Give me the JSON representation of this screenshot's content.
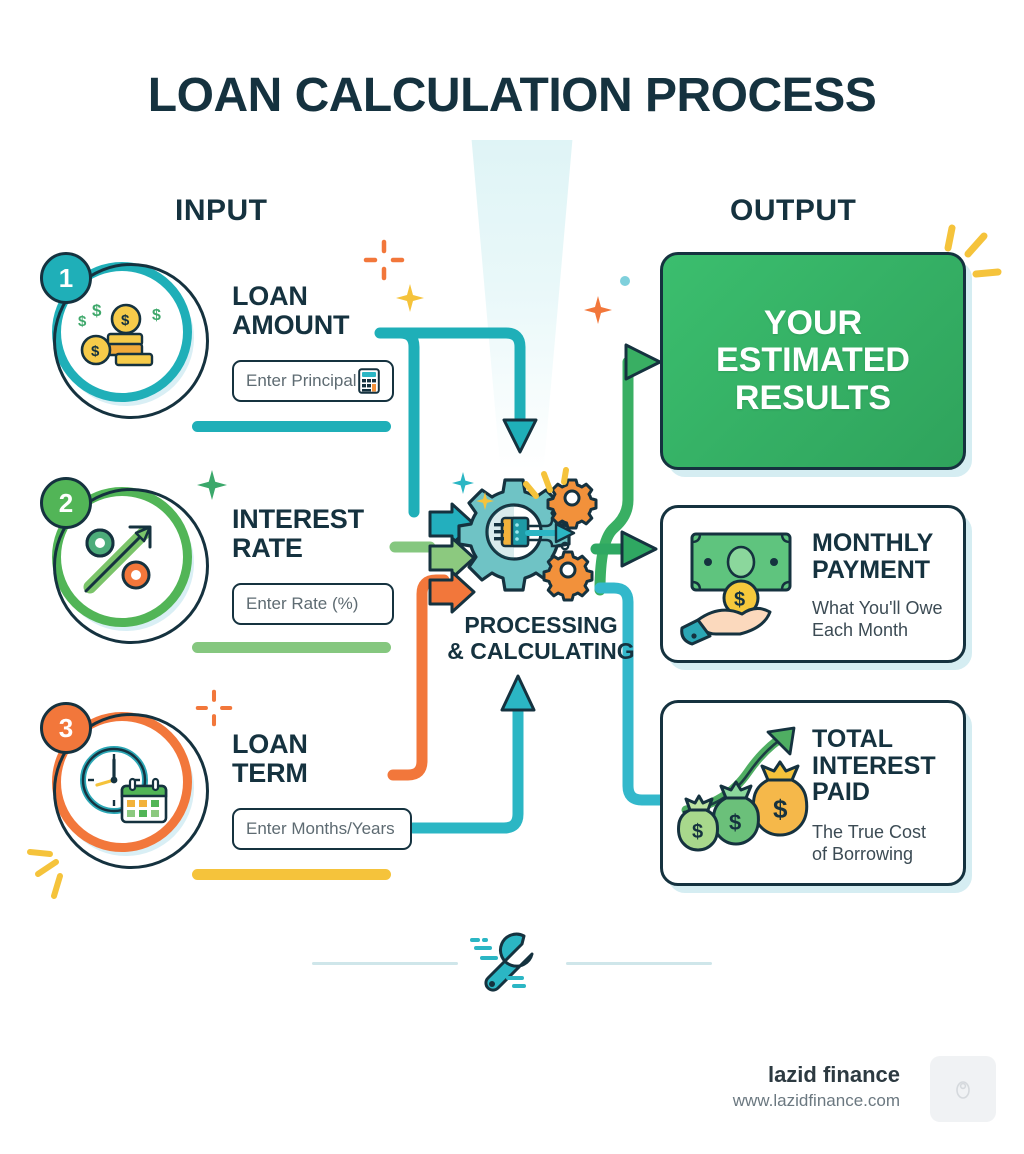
{
  "title": "LOAN CALCULATION PROCESS",
  "columns": {
    "input_label": "INPUT",
    "output_label": "OUTPUT"
  },
  "colors": {
    "teal": "#1FAFB8",
    "green": "#52B557",
    "orange": "#F2773B",
    "yellow": "#F5C33B",
    "dark": "#15323f",
    "result_green": "#31A85F"
  },
  "inputs": [
    {
      "number": "1",
      "title_line1": "LOAN",
      "title_line2": "AMOUNT",
      "placeholder": "Enter Principal",
      "icon": "coins-stack-icon",
      "accent": "#1FAFB8",
      "underline_color": "#1FAFB8"
    },
    {
      "number": "2",
      "title_line1": "INTEREST",
      "title_line2": "RATE",
      "placeholder": "Enter Rate (%)",
      "icon": "percent-arrow-icon",
      "accent": "#52B557",
      "underline_color": "#85C77F"
    },
    {
      "number": "3",
      "title_line1": "LOAN",
      "title_line2": "TERM",
      "placeholder": "Enter Months/Years",
      "icon": "clock-calendar-icon",
      "accent": "#F2773B",
      "underline_color": "#F5C33B"
    }
  ],
  "processing": {
    "line1": "PROCESSING",
    "line2": "& CALCULATING",
    "icon": "gears-chip-icon"
  },
  "outputs": {
    "result_card": {
      "line1": "YOUR",
      "line2": "ESTIMATED",
      "line3": "RESULTS"
    },
    "cards": [
      {
        "title_line1": "MONTHLY",
        "title_line2": "PAYMENT",
        "sub_line1": "What You'll Owe",
        "sub_line2": "Each Month",
        "icon": "hand-holding-cash-icon"
      },
      {
        "title_line1": "TOTAL",
        "title_line2": "INTEREST",
        "title_line3": "PAID",
        "sub_line1": "The True Cost",
        "sub_line2": "of Borrowing",
        "icon": "money-bags-growth-icon"
      }
    ]
  },
  "footer": {
    "divider_icon": "wrench-icon",
    "brand_name": "lazid finance",
    "brand_url": "www.lazidfinance.com",
    "chip_icon": "watermark-icon"
  }
}
